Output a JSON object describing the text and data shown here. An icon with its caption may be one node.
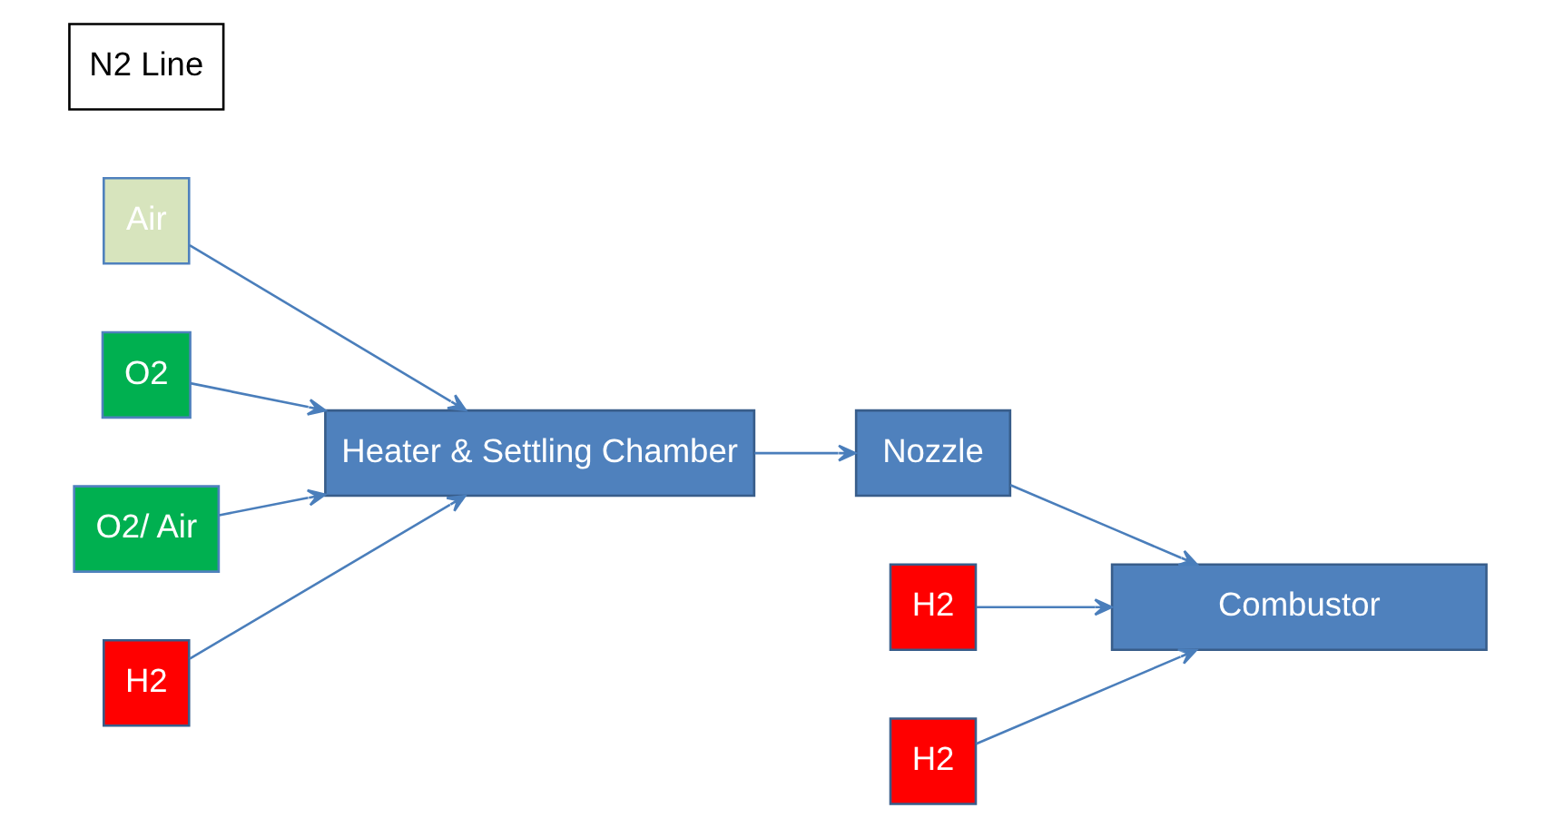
{
  "diagram": {
    "nodes": [
      {
        "text": [
          "Air"
        ]
      },
      {
        "text": [
          "O2"
        ]
      },
      {
        "text": [
          "O2/ Air"
        ]
      },
      {
        "text": [
          "Heater & Settling Chamber"
        ]
      },
      {
        "text": [
          "Nozzle"
        ]
      },
      {
        "text": [
          "Combustor"
        ]
      },
      {
        "text": [
          "H2"
        ]
      },
      {
        "text": [
          "H2"
        ]
      },
      {
        "text": [
          "H2"
        ]
      },
      {
        "text": [
          "N2 Line"
        ]
      }
    ],
    "edges": [
      {
        "from": 0,
        "to": 3,
        "arrow": "to"
      },
      {
        "from": 1,
        "to": 3,
        "arrow": "to"
      },
      {
        "from": 2,
        "to": 3,
        "arrow": "to"
      },
      {
        "from": 6,
        "to": 3,
        "arrow": "to"
      },
      {
        "from": 3,
        "to": 4,
        "arrow": "to"
      },
      {
        "from": 4,
        "to": 5,
        "arrow": "to"
      },
      {
        "from": 7,
        "to": 5,
        "arrow": "to"
      },
      {
        "from": 8,
        "to": 5,
        "arrow": "to"
      }
    ]
  }
}
